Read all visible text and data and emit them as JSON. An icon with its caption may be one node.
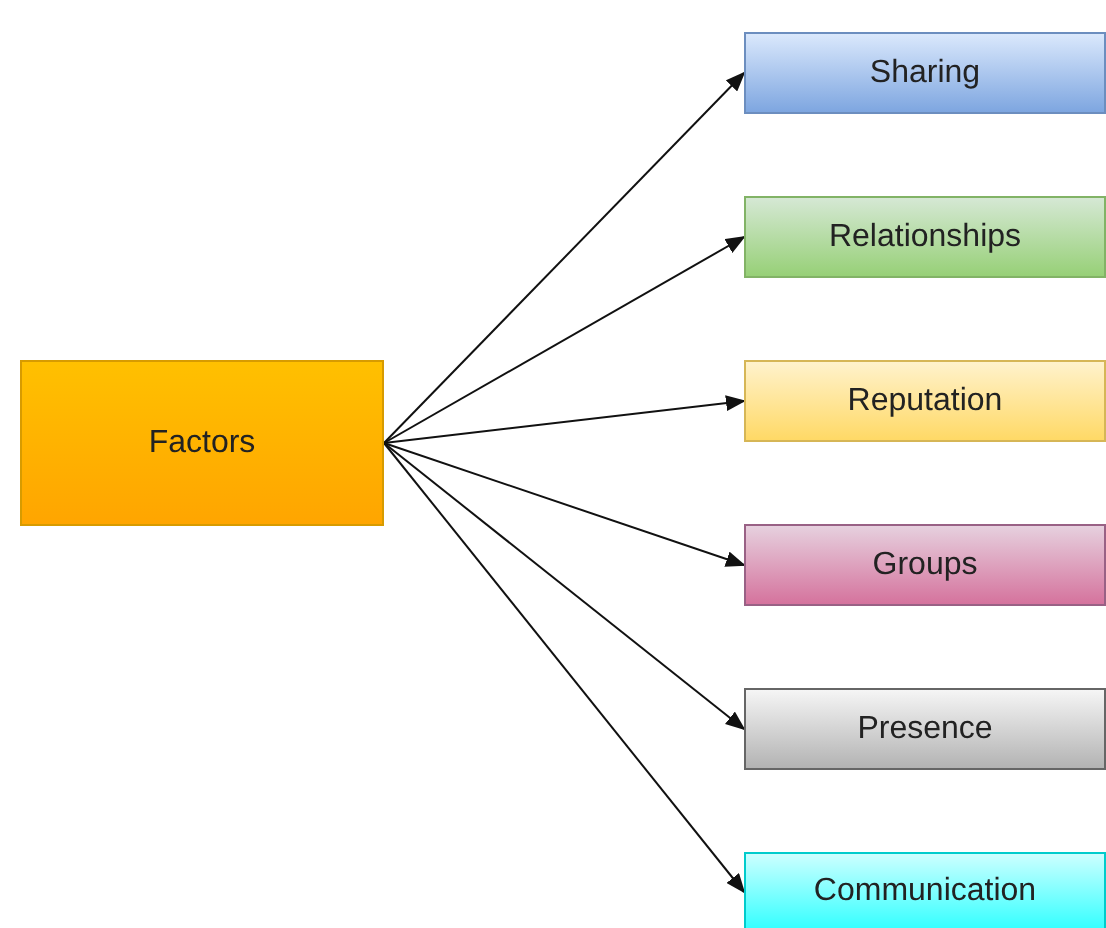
{
  "diagram": {
    "nodes": [
      {
        "text": [
          "Factors"
        ]
      },
      {
        "text": [
          "Sharing"
        ]
      },
      {
        "text": [
          "Relationships"
        ]
      },
      {
        "text": [
          "Reputation"
        ]
      },
      {
        "text": [
          "Groups"
        ]
      },
      {
        "text": [
          "Presence"
        ]
      },
      {
        "text": [
          "Communication"
        ]
      }
    ],
    "edges": [
      {
        "from": 0,
        "to": 1,
        "arrow": "to"
      },
      {
        "from": 0,
        "to": 2,
        "arrow": "to"
      },
      {
        "from": 0,
        "to": 3,
        "arrow": "to"
      },
      {
        "from": 0,
        "to": 4,
        "arrow": "to"
      },
      {
        "from": 0,
        "to": 5,
        "arrow": "to"
      },
      {
        "from": 0,
        "to": 6,
        "arrow": "to"
      }
    ]
  }
}
